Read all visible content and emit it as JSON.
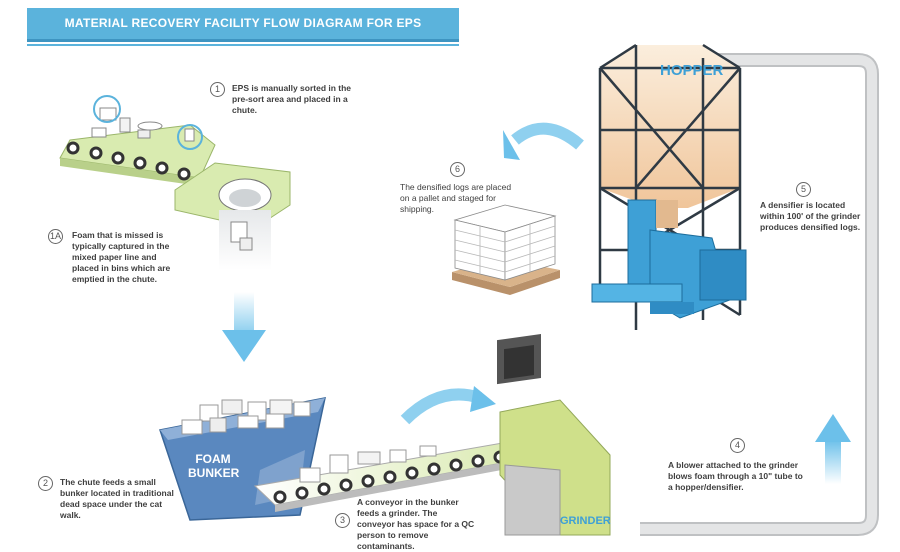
{
  "title": "MATERIAL RECOVERY FACILITY FLOW DIAGRAM FOR EPS",
  "labels": {
    "hopper": "HOPPER",
    "bunker_line1": "FOAM",
    "bunker_line2": "BUNKER",
    "grinder": "GRINDER"
  },
  "steps": [
    {
      "num": "1",
      "text": "EPS is manually sorted in the pre-sort area and placed in a chute."
    },
    {
      "num": "1A",
      "text": "Foam that is missed is typically captured in the mixed paper line and placed in bins which are emptied in the chute."
    },
    {
      "num": "2",
      "text": "The chute feeds a small bunker located in traditional dead space under the cat walk."
    },
    {
      "num": "3",
      "text": "A conveyor in the bunker feeds a grinder. The conveyor has space for a QC person to remove contaminants."
    },
    {
      "num": "4",
      "text": "A blower attached to the grinder blows foam through a 10\" tube to a hopper/densifier."
    },
    {
      "num": "5",
      "text": "A densifier is located within 100' of the grinder produces densified logs."
    },
    {
      "num": "6",
      "text": "The densified logs are placed on a pallet and staged for shipping."
    }
  ],
  "colors": {
    "accent": "#5bb3dc",
    "arrow": "#8fd0ef",
    "bunker": "#5a88bf",
    "grinder": "#cfe08a",
    "hopper": "#f5d6b2",
    "densifier": "#3ea0d6",
    "tube": "#d9dadb",
    "conveyor": "#d6e8a8"
  }
}
